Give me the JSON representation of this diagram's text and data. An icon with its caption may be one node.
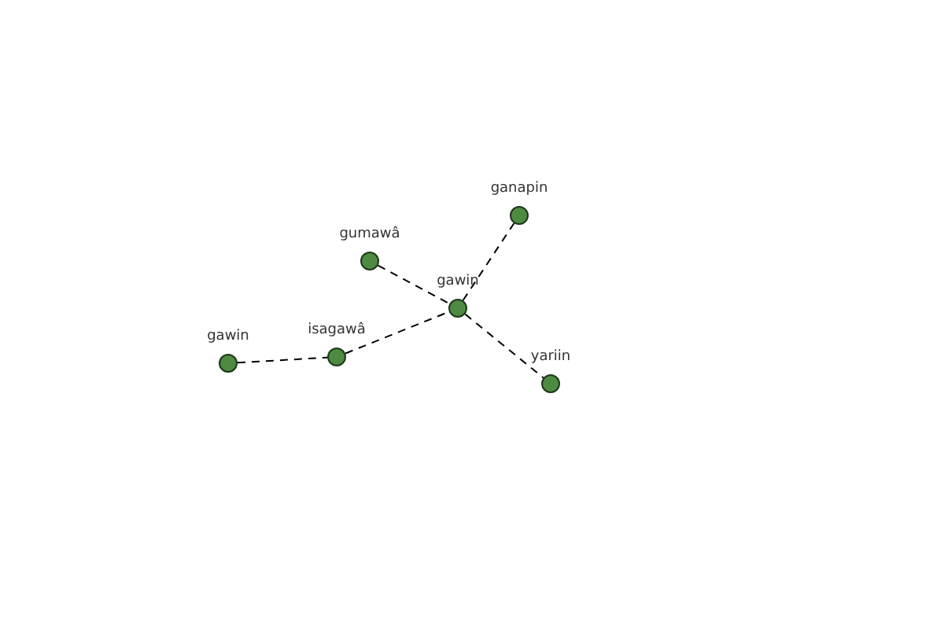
{
  "diagram": {
    "nodes": [
      {
        "text": [
          "ganapin"
        ]
      },
      {
        "text": [
          "gumawâ"
        ]
      },
      {
        "text": [
          "gawin"
        ]
      },
      {
        "text": [
          "gawin"
        ]
      },
      {
        "text": [
          "isagawâ"
        ]
      },
      {
        "text": [
          "yariin"
        ]
      }
    ],
    "edges": [
      {
        "from": 2,
        "to": 0,
        "arrow": "none"
      },
      {
        "from": 1,
        "to": 2,
        "arrow": "none"
      },
      {
        "from": 2,
        "to": 5,
        "arrow": "none"
      },
      {
        "from": 4,
        "to": 2,
        "arrow": "none"
      },
      {
        "from": 3,
        "to": 4,
        "arrow": "none"
      }
    ]
  }
}
